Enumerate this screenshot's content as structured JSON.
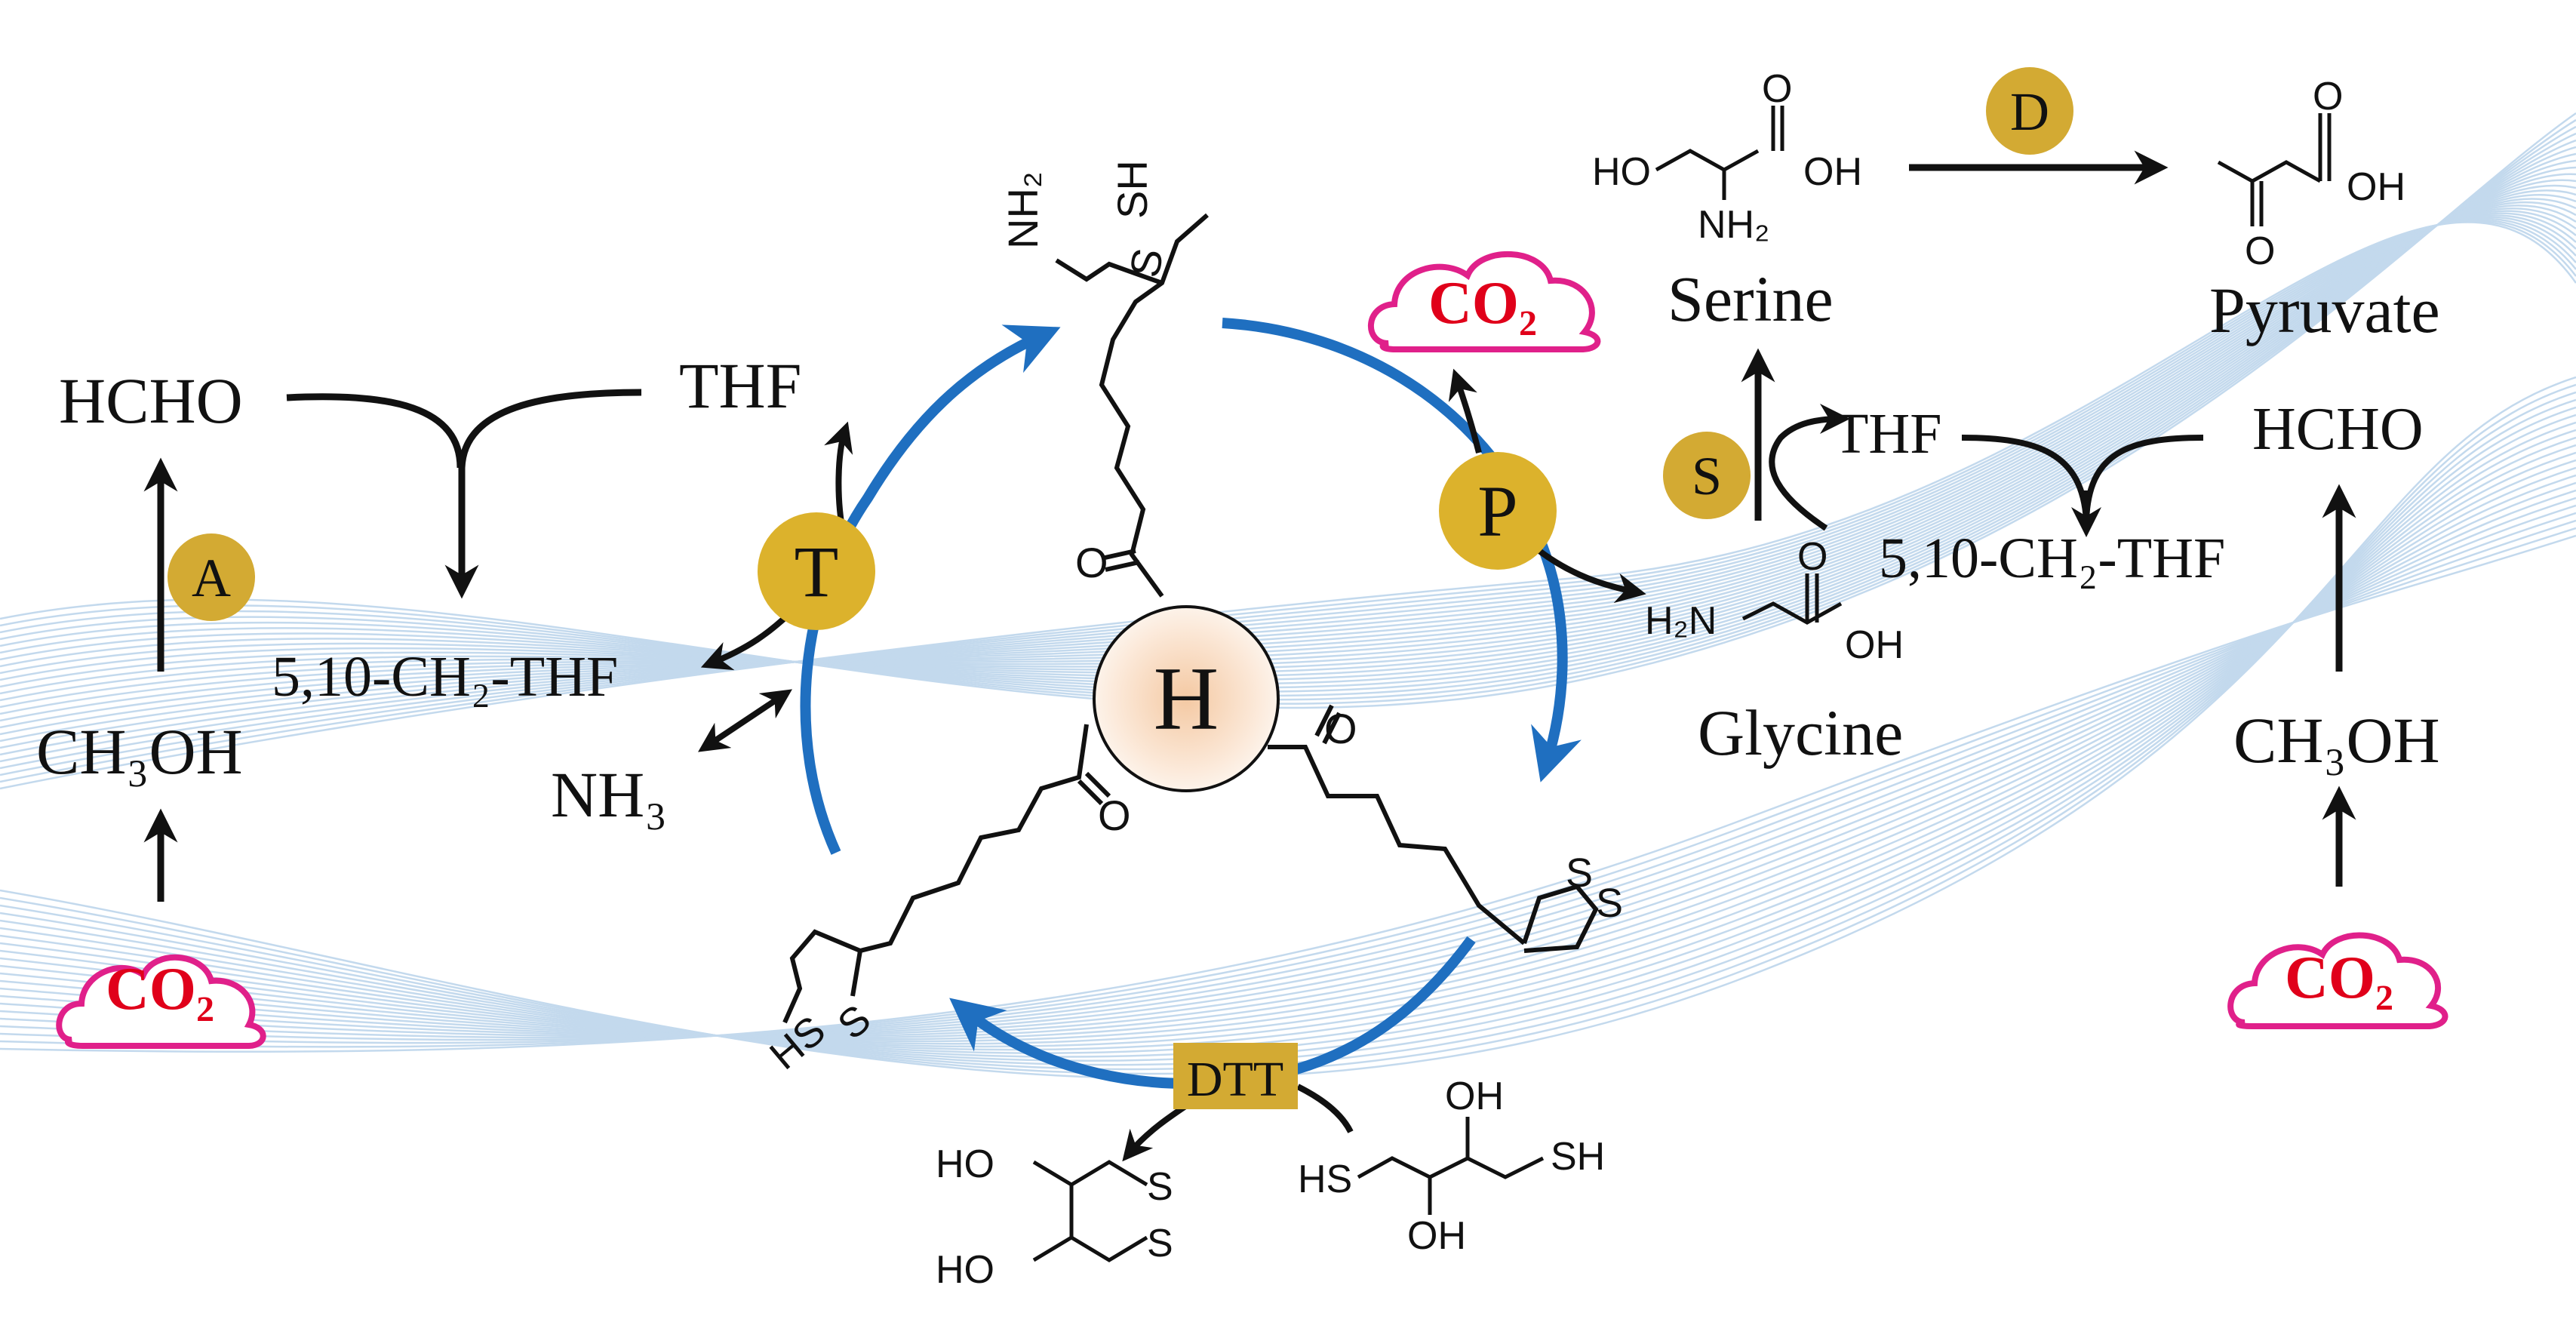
{
  "colors": {
    "cycle_arrow": "#1f6fc0",
    "enzyme_fill": "#dcb22c",
    "small_enzyme_fill": "#d3aa33",
    "cloud_stroke": "#e0208a",
    "co2_text": "#e0001a",
    "wave": "#b9d3ea",
    "black": "#111111"
  },
  "left_pathway": {
    "co2": "CO₂",
    "methanol": "CH₃OH",
    "enzyme_a": "A",
    "formaldehyde": "HCHO",
    "thf": "THF",
    "methylene_thf": "5,10-CH₂-THF",
    "ammonia": "NH₃"
  },
  "cycle": {
    "center": "H",
    "enzyme_t": "T",
    "enzyme_p": "P",
    "dtt": "DTT",
    "co2": "CO₂"
  },
  "glycine": {
    "name": "Glycine",
    "h2n": "H₂N",
    "o": "O",
    "oh": "OH"
  },
  "right_pathway": {
    "serine": "Serine",
    "pyruvate": "Pyruvate",
    "enzyme_s": "S",
    "enzyme_d": "D",
    "thf": "THF",
    "formaldehyde": "HCHO",
    "methylene_thf": "5,10-CH₂-THF",
    "methanol": "CH₃OH",
    "co2": "CO₂"
  },
  "structures": {
    "top_lipoyl": {
      "nh2": "NH₂",
      "sh": "SH",
      "s": "S",
      "o": "O"
    },
    "right_lipoyl": {
      "o": "O",
      "s1": "S",
      "s2": "S"
    },
    "left_lipoyl": {
      "o": "O",
      "hs": "HS",
      "s": "S"
    },
    "serine_struct": {
      "ho": "HO",
      "o": "O",
      "oh": "OH",
      "nh2": "NH₂"
    },
    "pyruvate_struct": {
      "o_top": "O",
      "oh": "OH",
      "o_bottom": "O"
    },
    "dtt_oxidized": {
      "ho1": "HO",
      "ho2": "HO",
      "s1": "S",
      "s2": "S"
    },
    "dtt_reduced": {
      "hs": "HS",
      "sh": "SH",
      "oh_top": "OH",
      "oh_bottom": "OH"
    }
  }
}
